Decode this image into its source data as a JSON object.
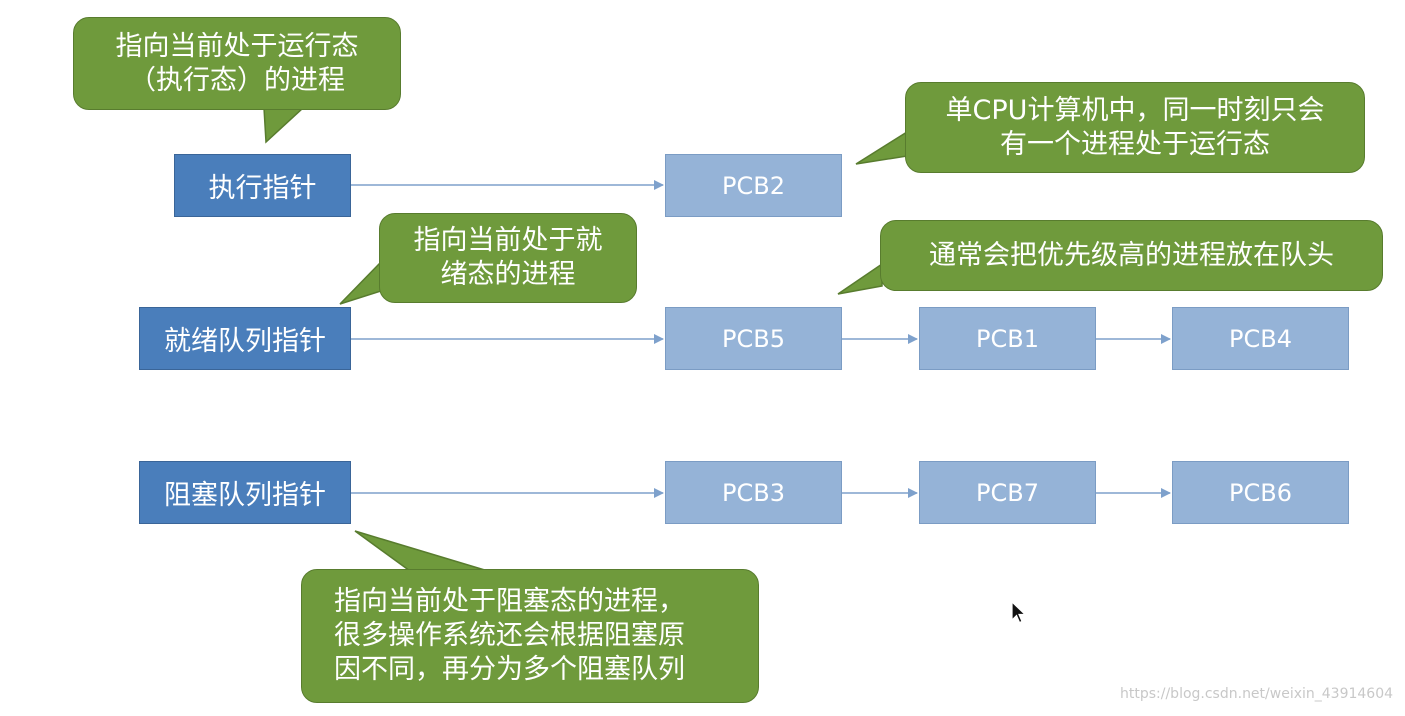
{
  "pointers": {
    "running": "执行指针",
    "ready": "就绪队列指针",
    "blocked": "阻塞队列指针"
  },
  "pcbs": {
    "running": [
      "PCB2"
    ],
    "ready": [
      "PCB5",
      "PCB1",
      "PCB4"
    ],
    "blocked": [
      "PCB3",
      "PCB7",
      "PCB6"
    ]
  },
  "callouts": {
    "running_pointer": [
      "指向当前处于运行态",
      "（执行态）的进程"
    ],
    "single_cpu": [
      "单CPU计算机中，同一时刻只会",
      "有一个进程处于运行态"
    ],
    "ready_pointer": [
      "指向当前处于就",
      "绪态的进程"
    ],
    "priority": [
      "通常会把优先级高的进程放在队头"
    ],
    "blocked_pointer": [
      "指向当前处于阻塞态的进程，",
      "很多操作系统还会根据阻塞原",
      "因不同，再分为多个阻塞队列"
    ]
  },
  "watermark": "https://blog.csdn.net/weixin_43914604",
  "colors": {
    "pointer_box": "#4a7ebb",
    "pcb_box": "#95b3d7",
    "callout": "#6f9a3c",
    "arrow": "#7ea1cc"
  },
  "icons": {
    "cursor": "mouse-pointer-icon"
  }
}
